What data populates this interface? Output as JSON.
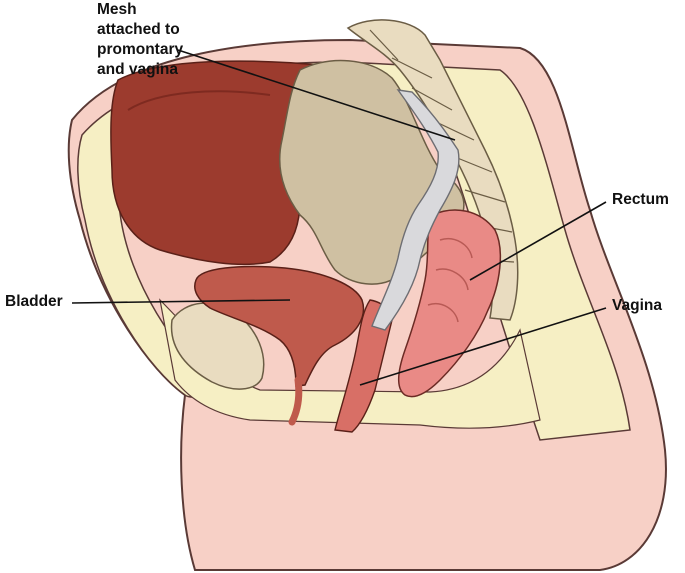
{
  "labels": {
    "mesh": {
      "lines": [
        "Mesh",
        "attached to",
        "promontary",
        "and vagina"
      ]
    },
    "bladder": "Bladder",
    "rectum": "Rectum",
    "vagina": "Vagina"
  },
  "colors": {
    "skin": "#f7d0c6",
    "skin_outline": "#5a3a36",
    "fat": "#f6efc4",
    "bowel": "#9c3b2e",
    "bowel_dark": "#7e2a20",
    "peritoneum": "#cfc0a2",
    "bone": "#e9dcc0",
    "bladder": "#bf5a4c",
    "rectum": "#e98a86",
    "vagina": "#d86f66",
    "mesh": "#d9d9dc"
  }
}
